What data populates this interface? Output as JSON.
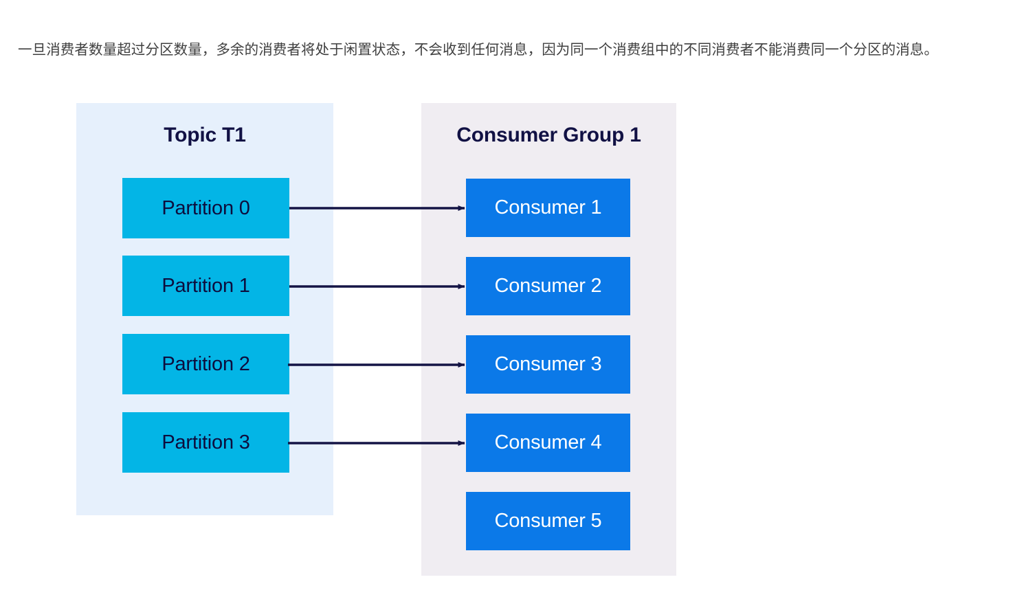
{
  "paragraph": {
    "text": "一旦消费者数量超过分区数量，多余的消费者将处于闲置状态，不会收到任何消息，因为同一个消费组中的不同消费者不能消费同一个分区的消息。"
  },
  "diagram": {
    "topic_panel": {
      "title": "Topic T1",
      "background": "#e6f0fc",
      "partitions": [
        {
          "label": "Partition 0",
          "color": "#03b5e6"
        },
        {
          "label": "Partition 1",
          "color": "#03b5e6"
        },
        {
          "label": "Partition 2",
          "color": "#03b5e6"
        },
        {
          "label": "Partition 3",
          "color": "#03b5e6"
        }
      ]
    },
    "group_panel": {
      "title": "Consumer Group 1",
      "background": "#f0edf2",
      "consumers": [
        {
          "label": "Consumer 1",
          "color": "#0b79e8",
          "assigned": true
        },
        {
          "label": "Consumer 2",
          "color": "#0b79e8",
          "assigned": true
        },
        {
          "label": "Consumer 3",
          "color": "#0b79e8",
          "assigned": true
        },
        {
          "label": "Consumer 4",
          "color": "#0b79e8",
          "assigned": true
        },
        {
          "label": "Consumer 5",
          "color": "#0b79e8",
          "assigned": false
        }
      ]
    },
    "arrows": {
      "color": "#141445",
      "mappings": [
        {
          "from": "Partition 0",
          "to": "Consumer 1"
        },
        {
          "from": "Partition 1",
          "to": "Consumer 2"
        },
        {
          "from": "Partition 2",
          "to": "Consumer 3"
        },
        {
          "from": "Partition 3",
          "to": "Consumer 4"
        }
      ]
    },
    "title_color": "#111144"
  }
}
